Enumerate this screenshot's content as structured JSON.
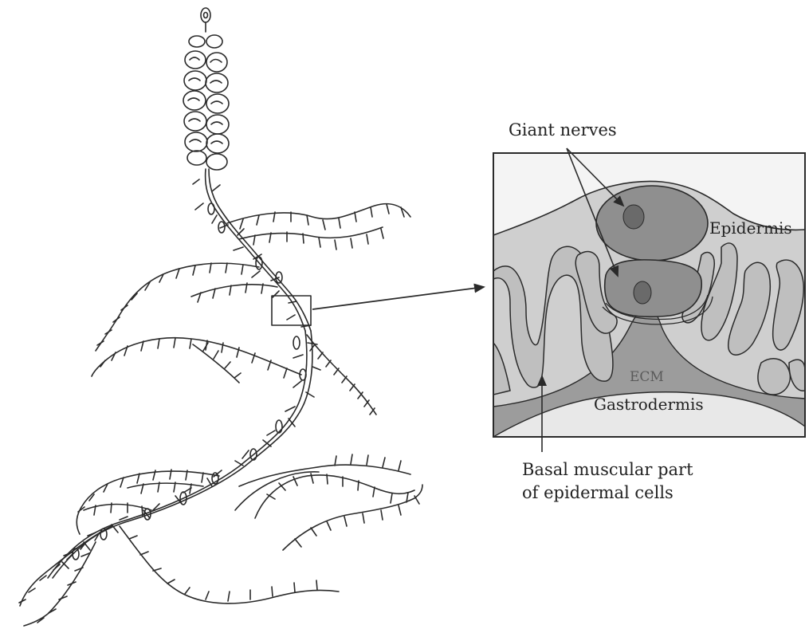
{
  "labels": {
    "giant_nerves": "Giant nerves",
    "epidermis": "Epidermis",
    "ecm": "ECM",
    "gastrodermis": "Gastrodermis",
    "basal_line1": "Basal muscular part",
    "basal_line2": "of epidermal cells"
  },
  "colors": {
    "ink": "#2a2a2a",
    "epidermis_fill": "#cfcfcf",
    "ecm_fill": "#9c9c9c",
    "nerve_fill": "#8a8a8a",
    "nerve_nucleus": "#6a6a6a",
    "gastrodermis_fill": "#e6e6e6",
    "sky": "#f2f2f2"
  }
}
